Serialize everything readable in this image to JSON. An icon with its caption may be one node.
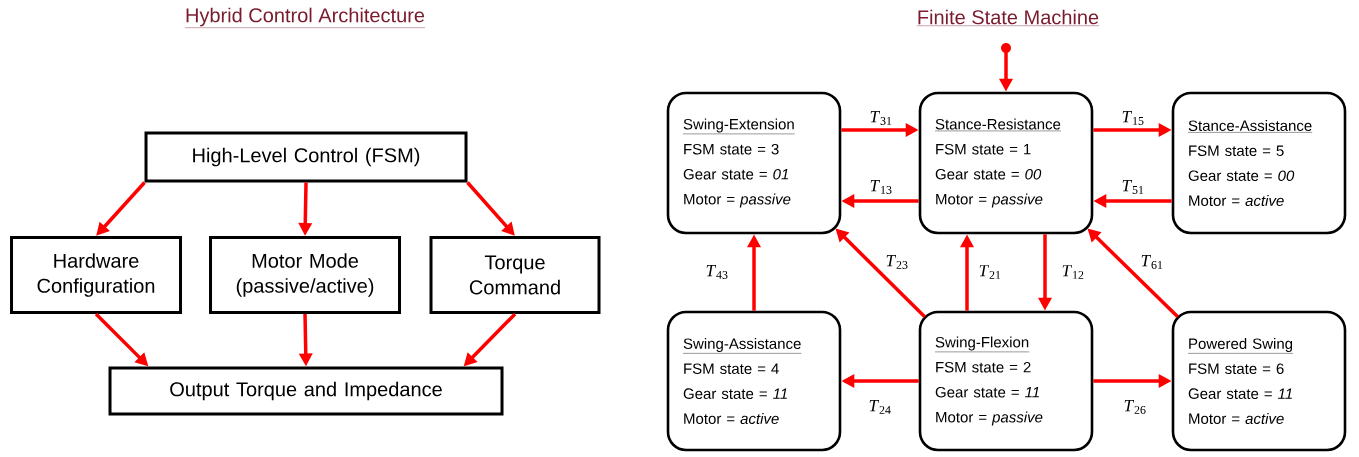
{
  "diagram": {
    "nodes": [
      {
        "text": [
          "High-Level Control (FSM)"
        ]
      },
      {
        "text": [
          "Hardware Configuration"
        ]
      },
      {
        "text": [
          "Motor Mode (passive/active)"
        ]
      },
      {
        "text": [
          "Torque Command"
        ]
      },
      {
        "text": [
          "Output Torque and Impedance"
        ]
      },
      {
        "text": [
          "Swing-Extension",
          "FSM state = 3",
          "Gear state = *01*",
          "Motor = *passive*"
        ]
      },
      {
        "text": [
          "Stance-Resistance",
          "FSM state = 1",
          "Gear state = *00*",
          "Motor = *passive*"
        ]
      },
      {
        "text": [
          "Stance-Assistance",
          "FSM state = 5",
          "Gear state = *00*",
          "Motor = *active*"
        ]
      },
      {
        "text": [
          "Swing-Assistance",
          "FSM state = 4",
          "Gear state = *11*",
          "Motor = *active*"
        ]
      },
      {
        "text": [
          "Swing-Flexion",
          "FSM state = 2",
          "Gear state = *11*",
          "Motor = *passive*"
        ]
      },
      {
        "text": [
          "Powered Swing",
          "FSM state = 6",
          "Gear state = *11*",
          "Motor = *active*"
        ]
      },
      {
        "text": [],
        "shape": "circle"
      }
    ],
    "edges": [
      {
        "from": 0,
        "to": 1,
        "arrow": "to"
      },
      {
        "from": 0,
        "to": 2,
        "arrow": "to"
      },
      {
        "from": 0,
        "to": 3,
        "arrow": "to"
      },
      {
        "from": 1,
        "to": 4,
        "arrow": "to"
      },
      {
        "from": 2,
        "to": 4,
        "arrow": "to"
      },
      {
        "from": 3,
        "to": 4,
        "arrow": "to"
      },
      {
        "from": 11,
        "to": 6,
        "arrow": "to"
      },
      {
        "from": 5,
        "to": 6,
        "arrow": "to",
        "label": "*T*$_{31}$"
      },
      {
        "from": 6,
        "to": 5,
        "arrow": "to",
        "label": "*T*$_{13}$"
      },
      {
        "from": 6,
        "to": 7,
        "arrow": "to",
        "label": "*T*$_{15}$"
      },
      {
        "from": 7,
        "to": 6,
        "arrow": "to",
        "label": "*T*$_{51}$"
      },
      {
        "from": 8,
        "to": 5,
        "arrow": "to",
        "label": "*T*$_{43}$"
      },
      {
        "from": 9,
        "to": 5,
        "arrow": "to",
        "label": "*T*$_{23}$"
      },
      {
        "from": 9,
        "to": 6,
        "arrow": "to",
        "label": "*T*$_{21}$"
      },
      {
        "from": 6,
        "to": 9,
        "arrow": "to",
        "label": "*T*$_{12}$"
      },
      {
        "from": 10,
        "to": 6,
        "arrow": "to",
        "label": "*T*$_{61}$"
      },
      {
        "from": 9,
        "to": 8,
        "arrow": "to",
        "label": "*T*$_{24}$"
      },
      {
        "from": 9,
        "to": 10,
        "arrow": "to",
        "label": "*T*$_{26}$"
      }
    ],
    "labels": [
      "Hybrid Control Architecture",
      "Finite State Machine"
    ]
  }
}
